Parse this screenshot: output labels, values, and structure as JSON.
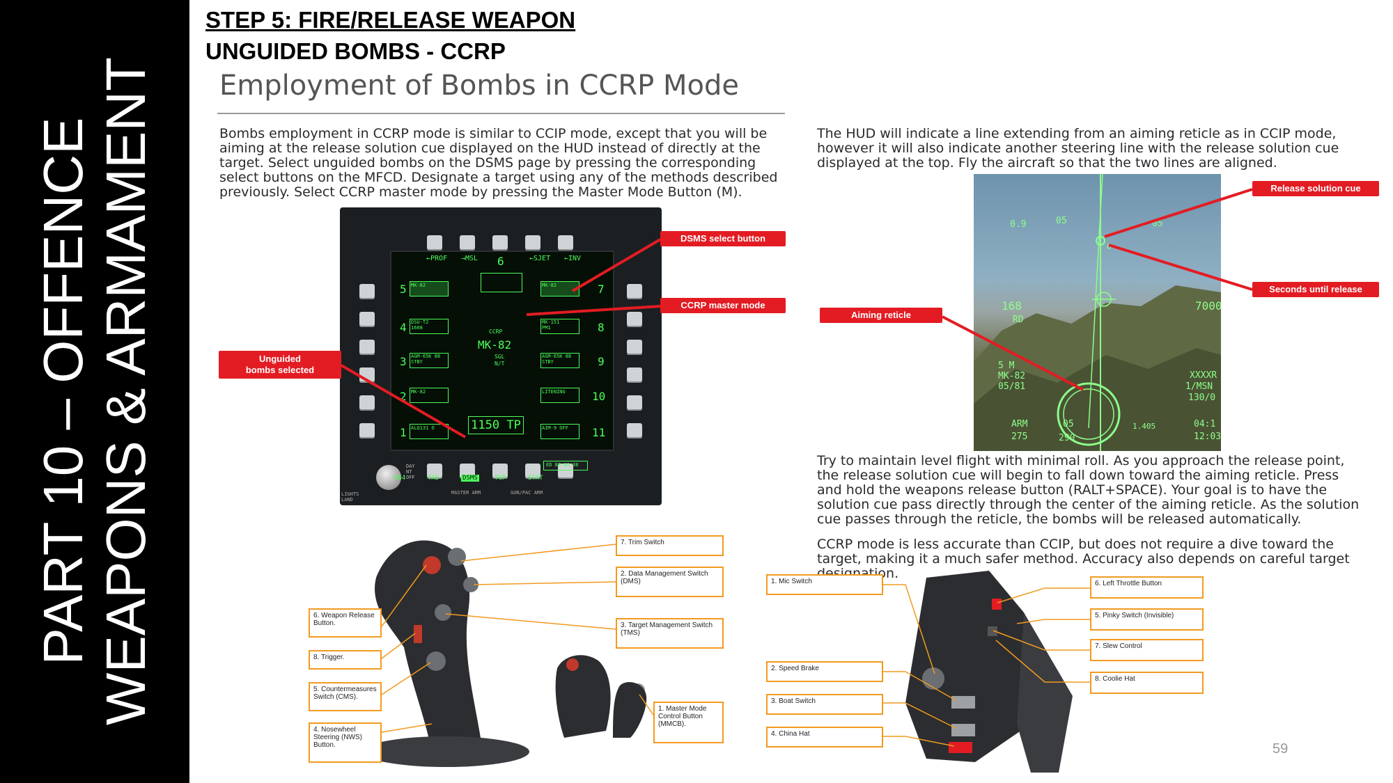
{
  "banner": {
    "line1": "PART 10 – OFFENCE",
    "line2": "WEAPONS & ARMAMENT"
  },
  "step_heading": "STEP 5: FIRE/RELEASE WEAPON",
  "step_subheading": "UNGUIDED BOMBS - CCRP",
  "manual_title": "Employment of Bombs in CCRP Mode",
  "paragraphs": {
    "p1": "Bombs employment in CCRP mode is similar to CCIP mode, except that you will be aiming at the release solution cue displayed on the HUD instead of directly at the target. Select unguided bombs on the DSMS page by pressing the corresponding select buttons on the MFCD. Designate a target using any of the methods described previously. Select CCRP master mode by pressing the Master Mode Button (M).",
    "p2": "The HUD will indicate a line extending from an aiming reticle as in CCIP mode, however it will also indicate another steering line with the release solution cue displayed at the top. Fly the aircraft so that the two lines are aligned.",
    "p3": "Try to maintain level flight with minimal roll. As you approach the release point, the release solution cue will begin to fall down toward the aiming reticle. Press and hold the weapons release button (RALT+SPACE). Your goal is to have the solution cue pass directly through the center of the aiming reticle. As the solution cue passes through the reticle, the bombs will be released automatically.",
    "p4": "CCRP mode is less accurate than CCIP, but does not require a dive toward the target, making it a much safer method. Accuracy also depends on careful target designation."
  },
  "mfcd": {
    "top_labels": [
      "←PROF",
      "→MSL",
      "6",
      "←SJET",
      "←INV"
    ],
    "center_label": "CCRP",
    "weapon": "MK-82",
    "weapon_sub": "SGL",
    "weapon_sub2": "N/T",
    "quantity": "1150 TP",
    "left_stations": [
      "5",
      "4",
      "3",
      "2",
      "1"
    ],
    "right_stations": [
      "7",
      "8",
      "9",
      "10",
      "11"
    ],
    "left_store_labels": [
      "MK-82",
      "DSU-T2 1608",
      "AGM-65K 88 STBY",
      "MK-82",
      "ALQ131 O"
    ],
    "right_store_labels": [
      "MK-82",
      "MK-151 PM1",
      "AGM-65K 88 STBY",
      "LITENING",
      "AIM-9 OFF"
    ],
    "bottom_labels": [
      "WS4",
      "TAD",
      "DSMS",
      "TGP",
      "STAT"
    ],
    "bottom_right_box": "ED 88-88-38",
    "switch_label": "DAY NT OFF",
    "bottom_panel_labels": [
      "LIGHTS LAND",
      "MASTER ARM",
      "GUN/PAC ARM"
    ]
  },
  "hud": {
    "readouts_left": [
      "0.9",
      "168",
      "RD",
      "5 M",
      "MK-82",
      "05/81",
      "ARM",
      "275"
    ],
    "readouts_right": [
      "7000",
      "XXXXR",
      "1/MSN",
      "130/0",
      "04:1",
      "12:03"
    ],
    "readouts_top": [
      "05",
      "05"
    ],
    "readouts_bottom": [
      "05",
      "290",
      "1.405"
    ],
    "cue_seconds": "6"
  },
  "callouts": {
    "dsms": "DSMS select button",
    "ccrp": "CCRP master mode",
    "unguided_line1": "Unguided",
    "unguided_line2": "bombs selected",
    "release": "Release solution cue",
    "seconds": "Seconds until release",
    "aiming": "Aiming reticle"
  },
  "stick_labels": {
    "trim": "7. Trim Switch",
    "dms": "2. Data Management Switch (DMS)",
    "tms": "3. Target Management Switch (TMS)",
    "weapon_release": "6. Weapon Release Button.",
    "trigger": "8. Trigger.",
    "cms": "5. Countermeasures Switch (CMS).",
    "nws": "4. Nosewheel Steering (NWS) Button.",
    "mmcb": "1. Master Mode Control Button (MMCB)."
  },
  "throttle_labels": {
    "mic": "1. Mic Switch",
    "speed_brake": "2. Speed Brake",
    "boat": "3. Boat Switch",
    "china": "4. China Hat",
    "left_throttle": "6. Left Throttle Button",
    "pinky": "5. Pinky Switch (Invisible)",
    "slew": "7. Slew Control",
    "coolie": "8. Coolie Hat"
  },
  "page_number": "59",
  "colors": {
    "callout_red": "#e31c23",
    "label_orange": "#f29a1f",
    "mfcd_green": "#4dff5a",
    "hud_green": "#8dff8a"
  }
}
